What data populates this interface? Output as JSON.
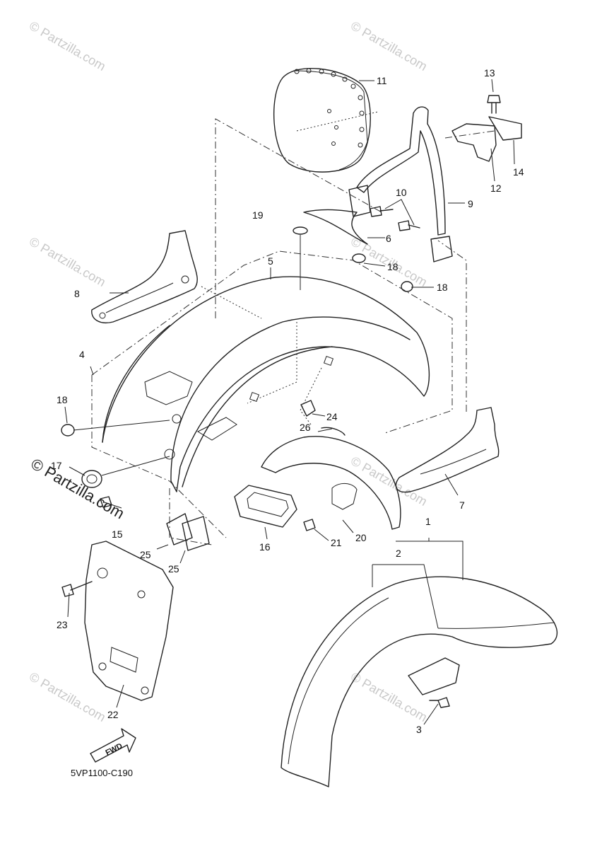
{
  "diagram_code": "5VP1100-C190",
  "fwd_label": "FWD",
  "watermark": "© Partzilla.com",
  "callouts": [
    "1",
    "2",
    "3",
    "4",
    "5",
    "6",
    "7",
    "8",
    "9",
    "10",
    "11",
    "12",
    "13",
    "14",
    "15",
    "16",
    "17",
    "18",
    "18",
    "18",
    "19",
    "20",
    "21",
    "22",
    "23",
    "24",
    "25",
    "25",
    "26"
  ]
}
